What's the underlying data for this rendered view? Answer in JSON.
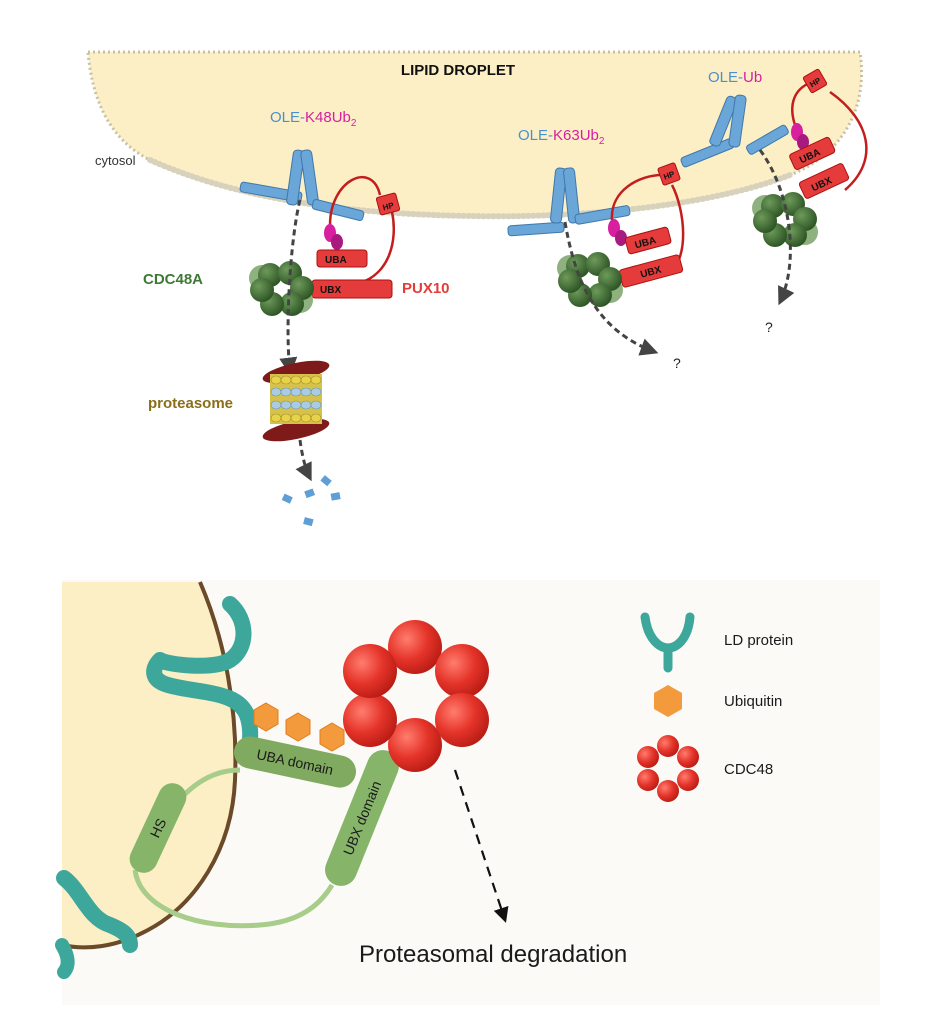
{
  "colors": {
    "droplet": "#fcefc6",
    "droplet_edge": "#cfc7ad",
    "ole_blue": "#6aa6d8",
    "ub_magenta": "#d71fa0",
    "pux_red": "#e53b3b",
    "cdc48_green": "#3f6c35",
    "proteasome_gold": "#8a6e1a",
    "teal": "#3ea79b",
    "ubiquitin_orange": "#f39a3c",
    "uba_green": "#7faa5f",
    "cdc48_red": "#e53a2c"
  },
  "top": {
    "lipid_droplet_label": "LIPID DROPLET",
    "cytosol_label": "cytosol",
    "ole_k48": {
      "prefix": "OLE-",
      "ub": "K48Ub",
      "sub": "2"
    },
    "ole_k63": {
      "prefix": "OLE-",
      "ub": "K63Ub",
      "sub": "2"
    },
    "ole_ub": {
      "prefix": "OLE-",
      "ub": "Ub"
    },
    "hp_label": "HP",
    "uba_label": "UBA",
    "ubx_label": "UBX",
    "cdc48a_label": "CDC48A",
    "pux10_label": "PUX10",
    "proteasome_label": "proteasome",
    "question_mark": "?"
  },
  "bottom": {
    "hs_label": "HS",
    "uba_domain_label": "UBA domain",
    "ubx_domain_label": "UBX domain",
    "degradation_label": "Proteasomal degradation",
    "legend": {
      "ld_protein": "LD protein",
      "ubiquitin": "Ubiquitin",
      "cdc48": "CDC48"
    }
  }
}
